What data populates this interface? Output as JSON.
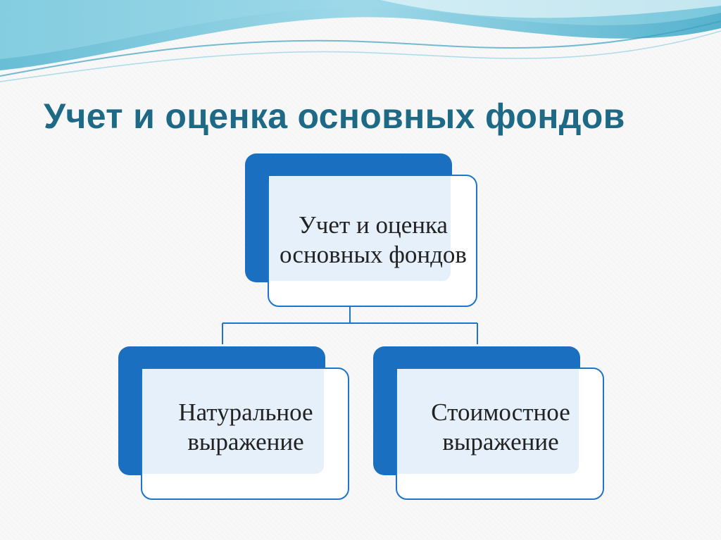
{
  "title": "Учет и оценка основных фондов",
  "diagram": {
    "root": {
      "label": "Учет и оценка основных фондов"
    },
    "children": [
      {
        "label": "Натуральное выражение"
      },
      {
        "label": "Стоимостное выражение"
      }
    ]
  },
  "colors": {
    "title": "#1e6a86",
    "node_back": "#1a6fc0",
    "node_border": "#1e74c8",
    "connector": "#1e74c8",
    "wave_primary": "#5bbcd6",
    "wave_light": "#bfe6f2"
  }
}
